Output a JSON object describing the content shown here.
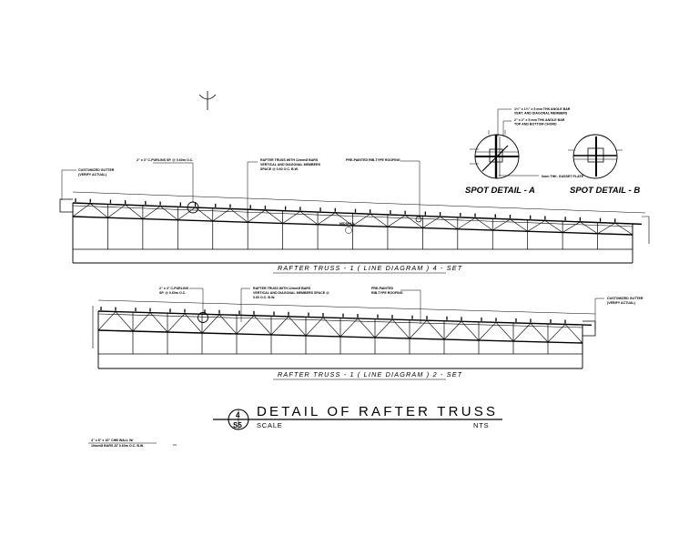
{
  "truss1": {
    "caption": "RAFTER TRUSS - 1 ( LINE DIAGRAM ) 4 - SET",
    "note_purlins": "2\" x 4\" C-PURLINS SP. @ 0.60m O.C.",
    "note_truss": [
      "RAFTER TRUSS WITH 12mmØ BARS",
      "VERTICAL AND DIAGONAL MEMBERS",
      "SPACE @ 0.60 O.C. B.W."
    ],
    "note_roofing": "PRE-PAINTED RIB-TYPE ROOFING",
    "note_gutter": [
      "CUSTOMIZED GUTTER",
      "(VERIFY ACTUAL)"
    ],
    "note_midspan": "MIDSPAN"
  },
  "truss2": {
    "caption": "RAFTER TRUSS - 1 ( LINE DIAGRAM ) 2 - SET",
    "note_purlins": [
      "2\" x 4\" C-PURLINS",
      "SP. @ 0.60m O.C."
    ],
    "note_truss": [
      "RAFTER TRUSS WITH 12mmØ BARS",
      "VERTICAL AND DIAGONAL MEMBERS SPACE @",
      "0.60 O.C. B.W."
    ],
    "note_roofing": [
      "PRE-PAINTED",
      "RIB-TYPE ROOFING"
    ],
    "note_gutter": [
      "CUSTOMIZED GUTTER",
      "(VERIFY ACTUAL)"
    ]
  },
  "spot_details": {
    "a_label": "SPOT DETAIL - A",
    "b_label": "SPOT DETAIL - B",
    "note_angle_vert": [
      "1½\" x 1½\" x 5 mm THK ANGLE BAR",
      "VERT. AND DIAGONAL MEMBERS"
    ],
    "note_angle_chord": [
      "2\" x 2\" x 5 mm THK ANGLE BAR",
      "TOP AND BOTTOM CHORD"
    ],
    "note_gusset": "6mm THK. GUSSET PLATE"
  },
  "title_block": {
    "title": "DETAIL OF RAFTER TRUSS",
    "scale_label": "SCALE",
    "scale_value": "NTS",
    "detail_number": "4",
    "sheet_number": "S5"
  },
  "footer_note": [
    "4\" x 8\" x 16\" CHB WALL W/",
    "10mmØ BARS AT 0.60m O.C. B.W."
  ]
}
